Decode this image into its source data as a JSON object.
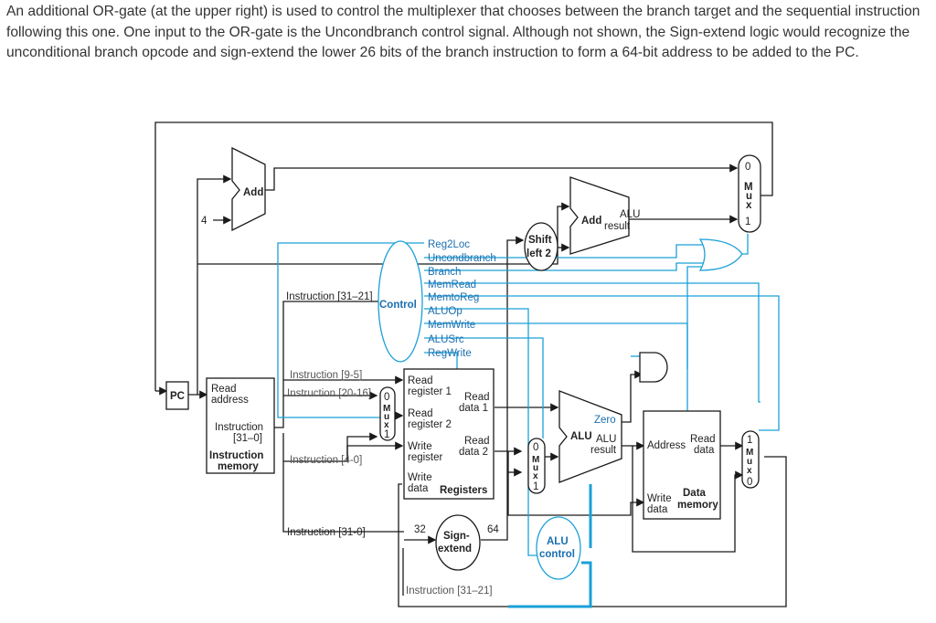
{
  "caption": "An additional OR-gate (at the upper right) is used to control the multiplexer that chooses between the branch target and the sequential instruction following this one. One input to the OR-gate is the Uncondbranch control signal. Although not shown, the Sign-extend logic would recognize the unconditional branch opcode and sign-extend the lower 26 bits of the branch instruction to form a 64-bit address to be added to the PC.",
  "diagram": {
    "pc": "PC",
    "add_top": "Add",
    "four": "4",
    "add_branch": "Add",
    "alu_result_top_1": "ALU",
    "alu_result_top_2": "result",
    "shift_1": "Shift",
    "shift_2": "left 2",
    "control": "Control",
    "control_signals": [
      "Reg2Loc",
      "Uncondbranch",
      "Branch",
      "MemRead",
      "MemtoReg",
      "ALUOp",
      "MemWrite",
      "ALUSrc",
      "RegWrite"
    ],
    "instr_mem": {
      "read_address_1": "Read",
      "read_address_2": "address",
      "instruction_1": "Instruction",
      "instruction_2": "[31–0]",
      "title_1": "Instruction",
      "title_2": "memory"
    },
    "instr_fields": {
      "i31_21": "Instruction [31–21]",
      "i9_5": "Instruction [9-5]",
      "i20_16": "Instruction [20-16]",
      "i4_0": "Instruction [4-0]",
      "i31_0": "Instruction [31-0]",
      "i31_21_bottom": "Instruction [31–21]"
    },
    "registers": {
      "rr1_a": "Read",
      "rr1_b": "register 1",
      "rr2_a": "Read",
      "rr2_b": "register 2",
      "wr_a": "Write",
      "wr_b": "register",
      "wd_a": "Write",
      "wd_b": "data",
      "rd1_a": "Read",
      "rd1_b": "data 1",
      "rd2_a": "Read",
      "rd2_b": "data 2",
      "title": "Registers"
    },
    "sign_extend": {
      "in": "32",
      "out": "64",
      "l1": "Sign-",
      "l2": "extend"
    },
    "alu": {
      "name": "ALU",
      "zero": "Zero",
      "res1": "ALU",
      "res2": "result"
    },
    "alu_control": {
      "l1": "ALU",
      "l2": "control"
    },
    "data_mem": {
      "address": "Address",
      "read_1": "Read",
      "read_2": "data",
      "write_1": "Write",
      "write_2": "data",
      "title_1": "Data",
      "title_2": "memory"
    },
    "mux_label": [
      "M",
      "u",
      "x"
    ],
    "mux_zero": "0",
    "mux_one": "1"
  }
}
